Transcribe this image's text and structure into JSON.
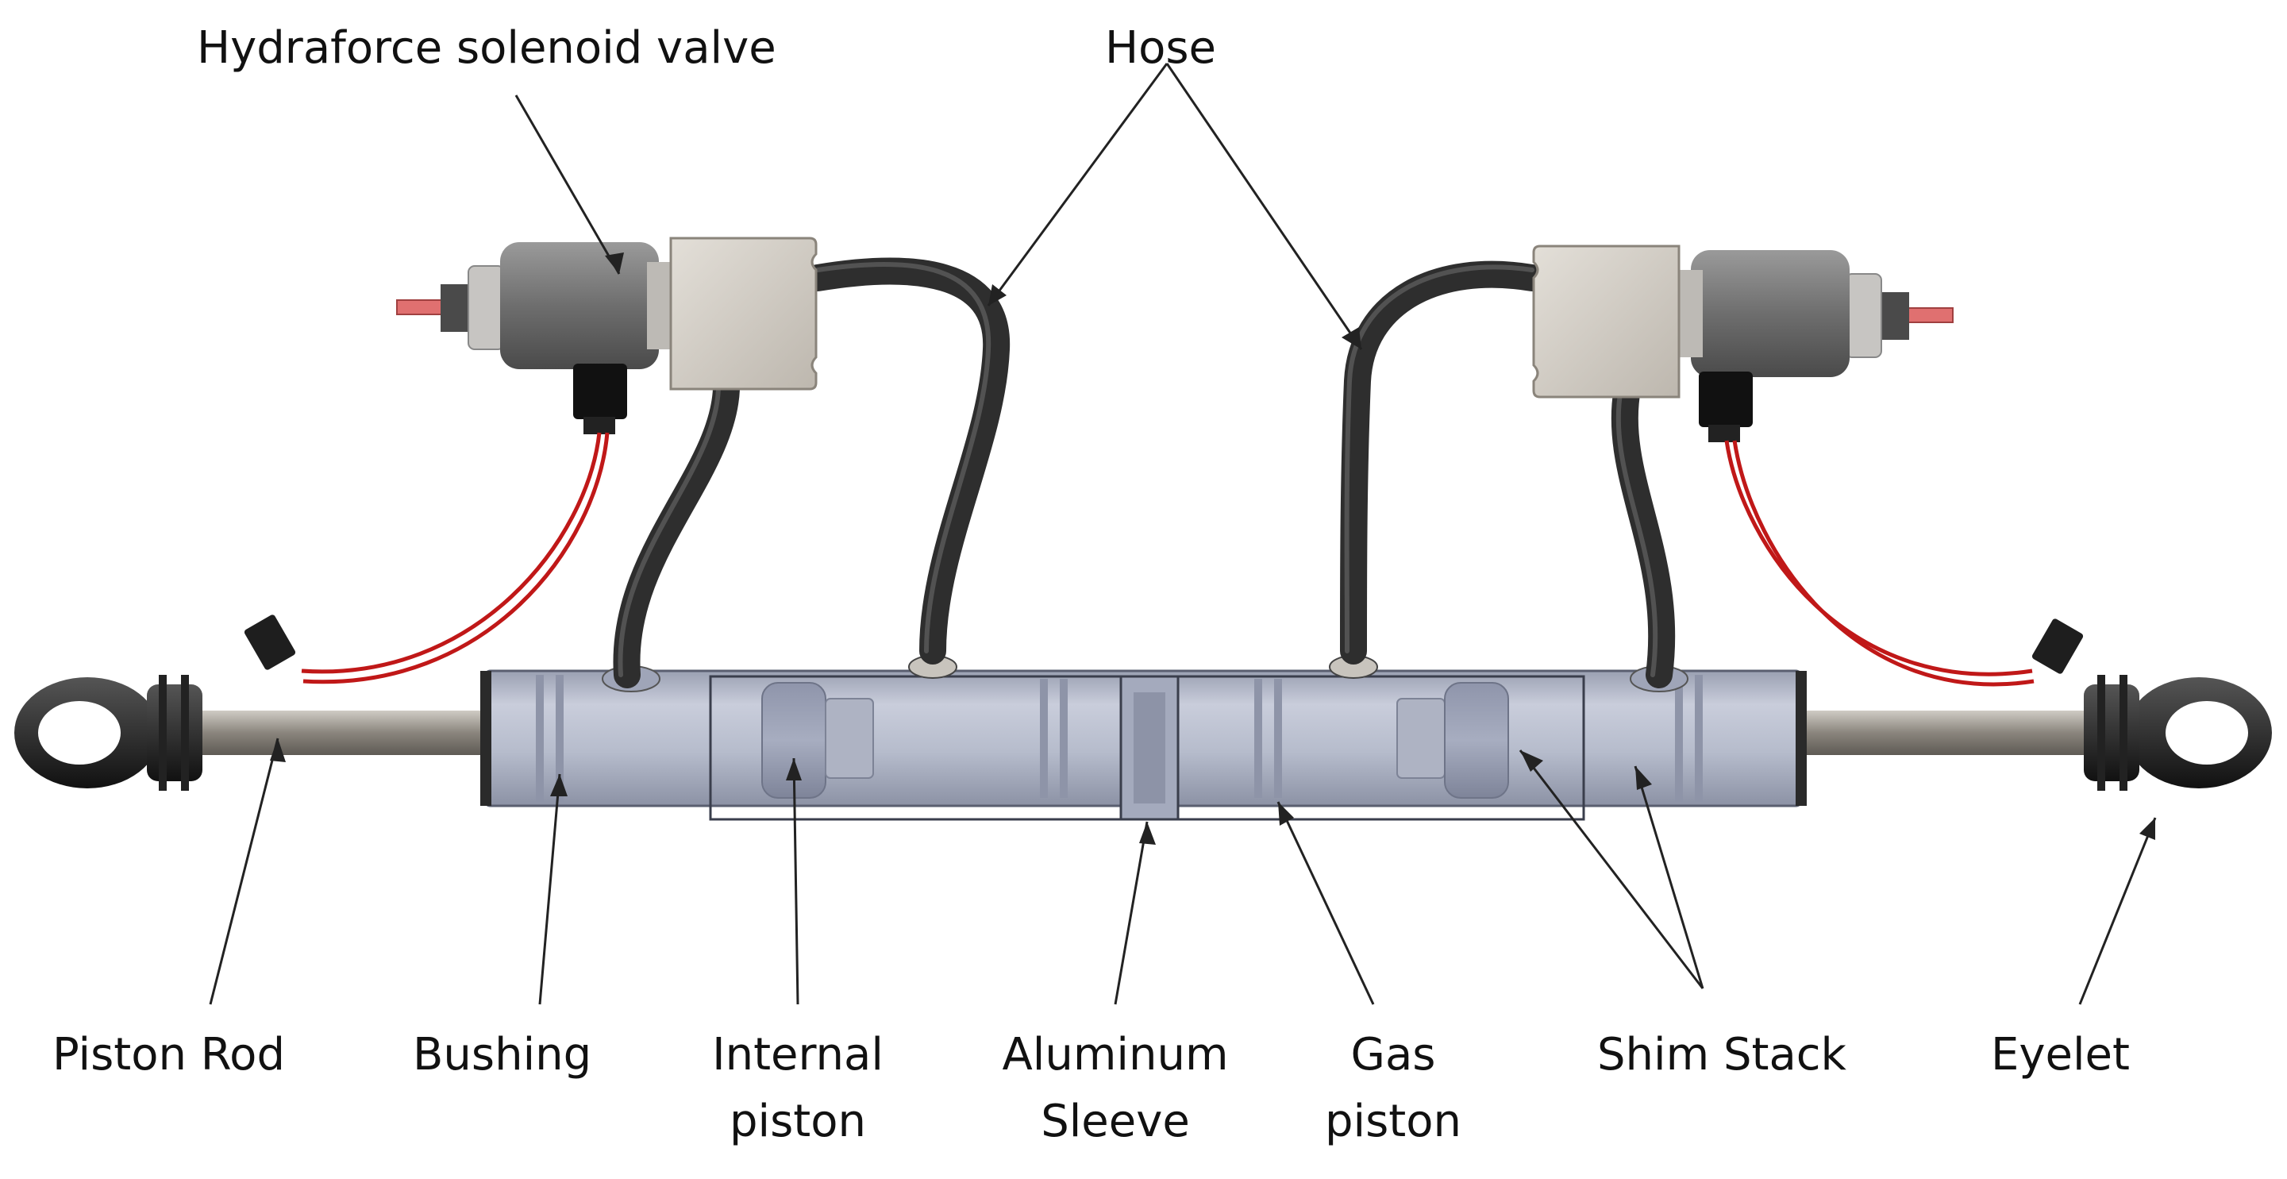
{
  "labels": {
    "solenoid_valve": "Hydraforce solenoid valve",
    "hose": "Hose",
    "piston_rod": "Piston Rod",
    "bushing": "Bushing",
    "internal_piston_1": "Internal",
    "internal_piston_2": "piston",
    "aluminum_sleeve_1": "Aluminum",
    "aluminum_sleeve_2": "Sleeve",
    "gas_piston_1": "Gas",
    "gas_piston_2": "piston",
    "shim_stack": "Shim Stack",
    "eyelet": "Eyelet"
  },
  "colors": {
    "text": "#111111",
    "leader": "#222222",
    "hose": "#333333",
    "cylinder_body": "#b9bfcf",
    "rod": "#7f7b74",
    "solenoid_coil": "#777777",
    "valve_block": "#d7d2cb",
    "wire": "#c01818",
    "pin": "#e07070"
  },
  "icons": [
    "solenoid-valve-icon",
    "eyelet-icon",
    "damper-cylinder-icon"
  ]
}
